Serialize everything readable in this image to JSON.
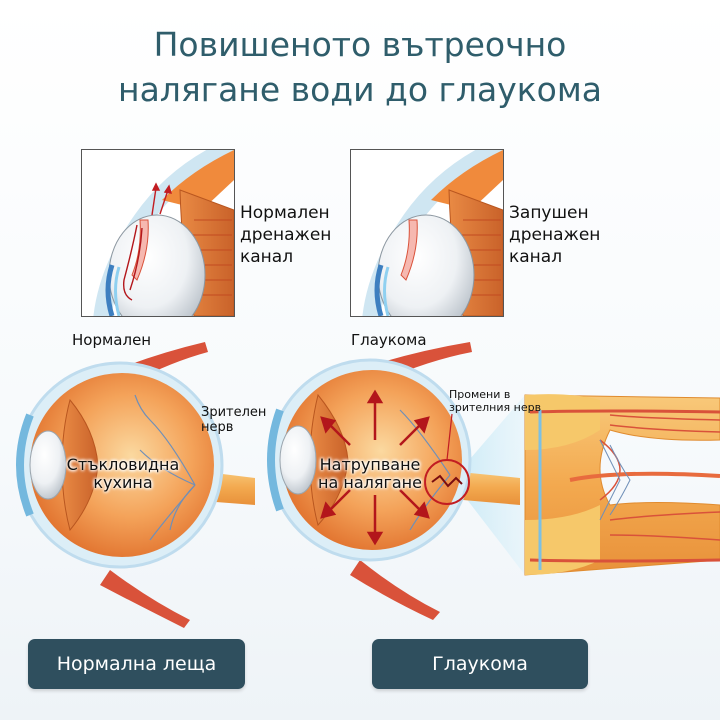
{
  "title": {
    "line1": "Повишеното вътреочно",
    "line2": "налягане води до глаукома"
  },
  "insets": {
    "normal": {
      "line1": "Нормален",
      "line2": "дренажен",
      "line3": "канал"
    },
    "blocked": {
      "line1": "Запушен",
      "line2": "дренажен",
      "line3": "канал"
    }
  },
  "eyes": {
    "normal": {
      "heading": "Нормален",
      "optic_nerve": {
        "line1": "Зрителен",
        "line2": "нерв"
      },
      "vitreous": {
        "line1": "Стъкловидна",
        "line2": "кухина"
      }
    },
    "glaucoma": {
      "heading": "Глаукома",
      "nerve_changes": {
        "line1": "Промени в",
        "line2": "зрителния нерв"
      },
      "pressure": {
        "line1": "Натрупване",
        "line2": "на налягане"
      }
    }
  },
  "buttons": {
    "normal": "Нормална леща",
    "glaucoma": "Глаукома"
  },
  "colors": {
    "title": "#2f5d6b",
    "button_bg": "#2f4f5e",
    "eyeball_orange": "#f08a3c",
    "muscle_red": "#d9523a",
    "sclera_blue": "#9fd3ec",
    "arrow_red": "#b3161b"
  }
}
